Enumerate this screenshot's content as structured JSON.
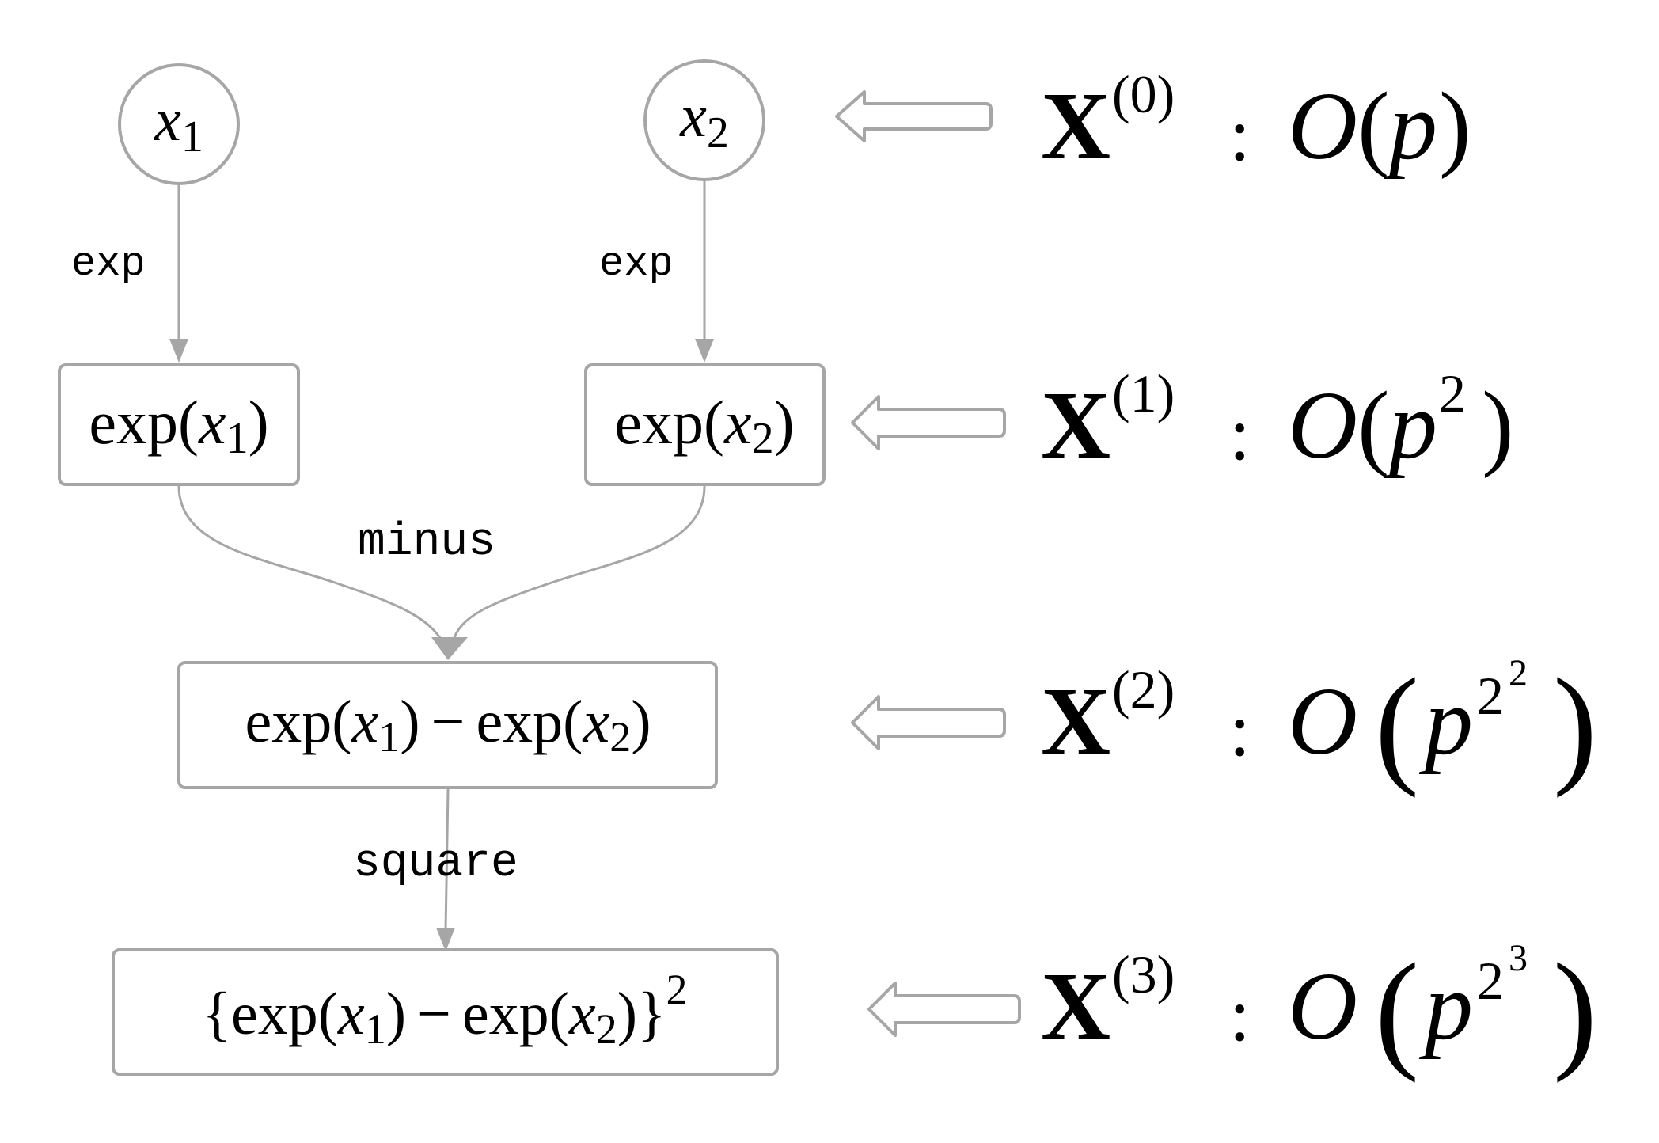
{
  "colors": {
    "stroke": "#a6a6a6",
    "text": "#000000",
    "background": "#ffffff"
  },
  "nodes": {
    "x1": {
      "var": "x",
      "sub": "1"
    },
    "x2": {
      "var": "x",
      "sub": "2"
    },
    "exp_x1": {
      "fn": "exp",
      "open": "(",
      "var": "x",
      "sub": "1",
      "close": ")"
    },
    "exp_x2": {
      "fn": "exp",
      "open": "(",
      "var": "x",
      "sub": "2",
      "close": ")"
    },
    "minus_node": {
      "fn1": "exp",
      "open1": "(",
      "var1": "x",
      "sub1": "1",
      "close1": ")",
      "op": "−",
      "fn2": "exp",
      "open2": "(",
      "var2": "x",
      "sub2": "2",
      "close2": ")"
    },
    "square_node": {
      "lbrace": "{",
      "fn1": "exp",
      "open1": "(",
      "var1": "x",
      "sub1": "1",
      "close1": ")",
      "op": "−",
      "fn2": "exp",
      "open2": "(",
      "var2": "x",
      "sub2": "2",
      "close2": ")",
      "rbrace": "}",
      "power": "2"
    }
  },
  "edge_labels": {
    "exp_left": "exp",
    "exp_right": "exp",
    "minus": "minus",
    "square": "square"
  },
  "levels": [
    {
      "symbol": "X",
      "superscript": "(0)",
      "colon": ":",
      "O": "O",
      "lparen": "(",
      "base": "p",
      "exp": "",
      "exp_exp": "",
      "rparen": ")"
    },
    {
      "symbol": "X",
      "superscript": "(1)",
      "colon": ":",
      "O": "O",
      "lparen": "(",
      "base": "p",
      "exp": "2",
      "exp_exp": "",
      "rparen": ")"
    },
    {
      "symbol": "X",
      "superscript": "(2)",
      "colon": ":",
      "O": "O",
      "lparen": "(",
      "base": "p",
      "exp": "2",
      "exp_exp": "2",
      "rparen": ")"
    },
    {
      "symbol": "X",
      "superscript": "(3)",
      "colon": ":",
      "O": "O",
      "lparen": "(",
      "base": "p",
      "exp": "2",
      "exp_exp": "3",
      "rparen": ")"
    }
  ]
}
